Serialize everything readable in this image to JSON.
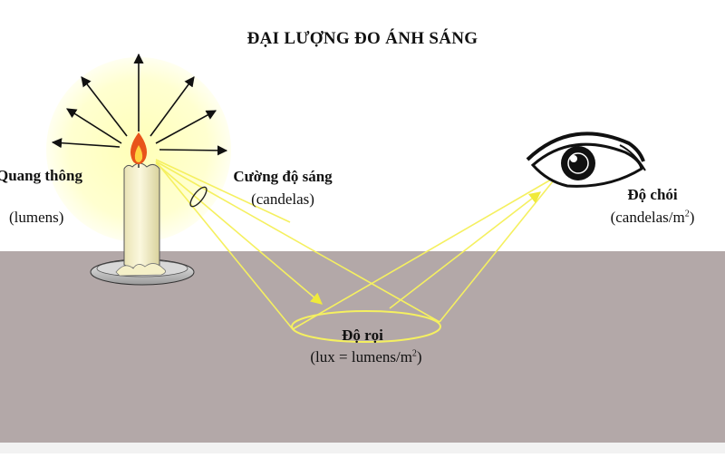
{
  "title": "ĐẠI LƯỢNG ĐO ÁNH SÁNG",
  "labels": {
    "flux_name": "Quang thông",
    "flux_unit": "(lumens)",
    "intensity_name": "Cường độ sáng",
    "intensity_unit": "(candelas)",
    "luminance_name": "Độ chói",
    "luminance_unit_main": "(candelas/m",
    "luminance_unit_sup": "2",
    "luminance_unit_end": ")",
    "illuminance_name": "Độ rọi",
    "illuminance_unit_main": "(lux = lumens/m",
    "illuminance_unit_sup": "2",
    "illuminance_unit_end": ")"
  },
  "colors": {
    "floor": "#b3a8a8",
    "glow": "#ffffd0",
    "beam": "#f5f060",
    "candle": "#f7f3cc",
    "flame": "#e8541a",
    "flame_inner": "#ffd23f"
  },
  "icons": {
    "candle": "candle-icon",
    "eye": "eye-icon",
    "arrows": "radiating-arrows-icon"
  }
}
